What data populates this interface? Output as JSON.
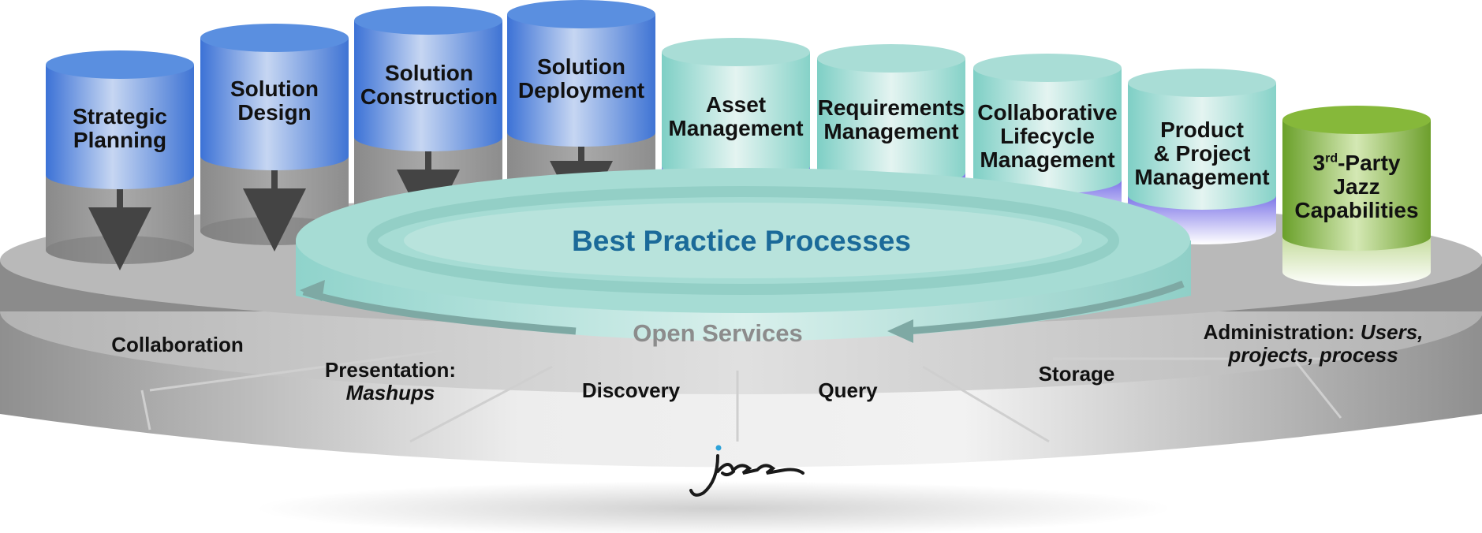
{
  "center": {
    "best_practice": "Best Practice Processes",
    "open_services": "Open Services"
  },
  "cylinders": [
    {
      "id": "strategic-planning",
      "lines": [
        "Strategic",
        "Planning"
      ],
      "style": "blue"
    },
    {
      "id": "solution-design",
      "lines": [
        "Solution",
        "Design"
      ],
      "style": "blue"
    },
    {
      "id": "solution-construction",
      "lines": [
        "Solution",
        "Construction"
      ],
      "style": "blue"
    },
    {
      "id": "solution-deployment",
      "lines": [
        "Solution",
        "Deployment"
      ],
      "style": "blue"
    },
    {
      "id": "asset-management",
      "lines": [
        "Asset",
        "Management"
      ],
      "style": "teal"
    },
    {
      "id": "requirements-management",
      "lines": [
        "Requirements",
        "Management"
      ],
      "style": "teal"
    },
    {
      "id": "collaborative-lifecycle-management",
      "lines": [
        "Collaborative",
        "Lifecycle",
        "Management"
      ],
      "style": "teal"
    },
    {
      "id": "product-project-management",
      "lines": [
        "Product",
        "& Project",
        "Management"
      ],
      "style": "teal"
    },
    {
      "id": "third-party",
      "lines": [
        "3",
        "rd",
        "-Party",
        "Jazz",
        "Capabilities"
      ],
      "style": "green"
    }
  ],
  "third_party": {
    "num": "3",
    "sup": "rd",
    "rest": "-Party",
    "line2": "Jazz",
    "line3": "Capabilities"
  },
  "services": {
    "collaboration": "Collaboration",
    "presentation_line1": "Presentation:",
    "presentation_line2": "Mashups",
    "discovery": "Discovery",
    "query": "Query",
    "storage": "Storage",
    "administration_line1": "Administration: ",
    "administration_italic1": "Users,",
    "administration_line2": "projects, process"
  },
  "logo_text": "jazz",
  "colors": {
    "blue_top": "#5a8fe0",
    "blue_light": "#c9d8f4",
    "teal_top": "#a9ddd6",
    "green_top": "#86b83a",
    "disk_gray": "#b8b8b8",
    "title_blue": "#1b6a99"
  }
}
